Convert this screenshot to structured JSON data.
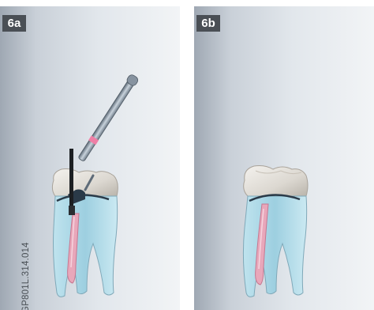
{
  "panels": [
    {
      "label": "6a"
    },
    {
      "label": "6b"
    }
  ],
  "figure_code": "GP801L.314.014"
}
